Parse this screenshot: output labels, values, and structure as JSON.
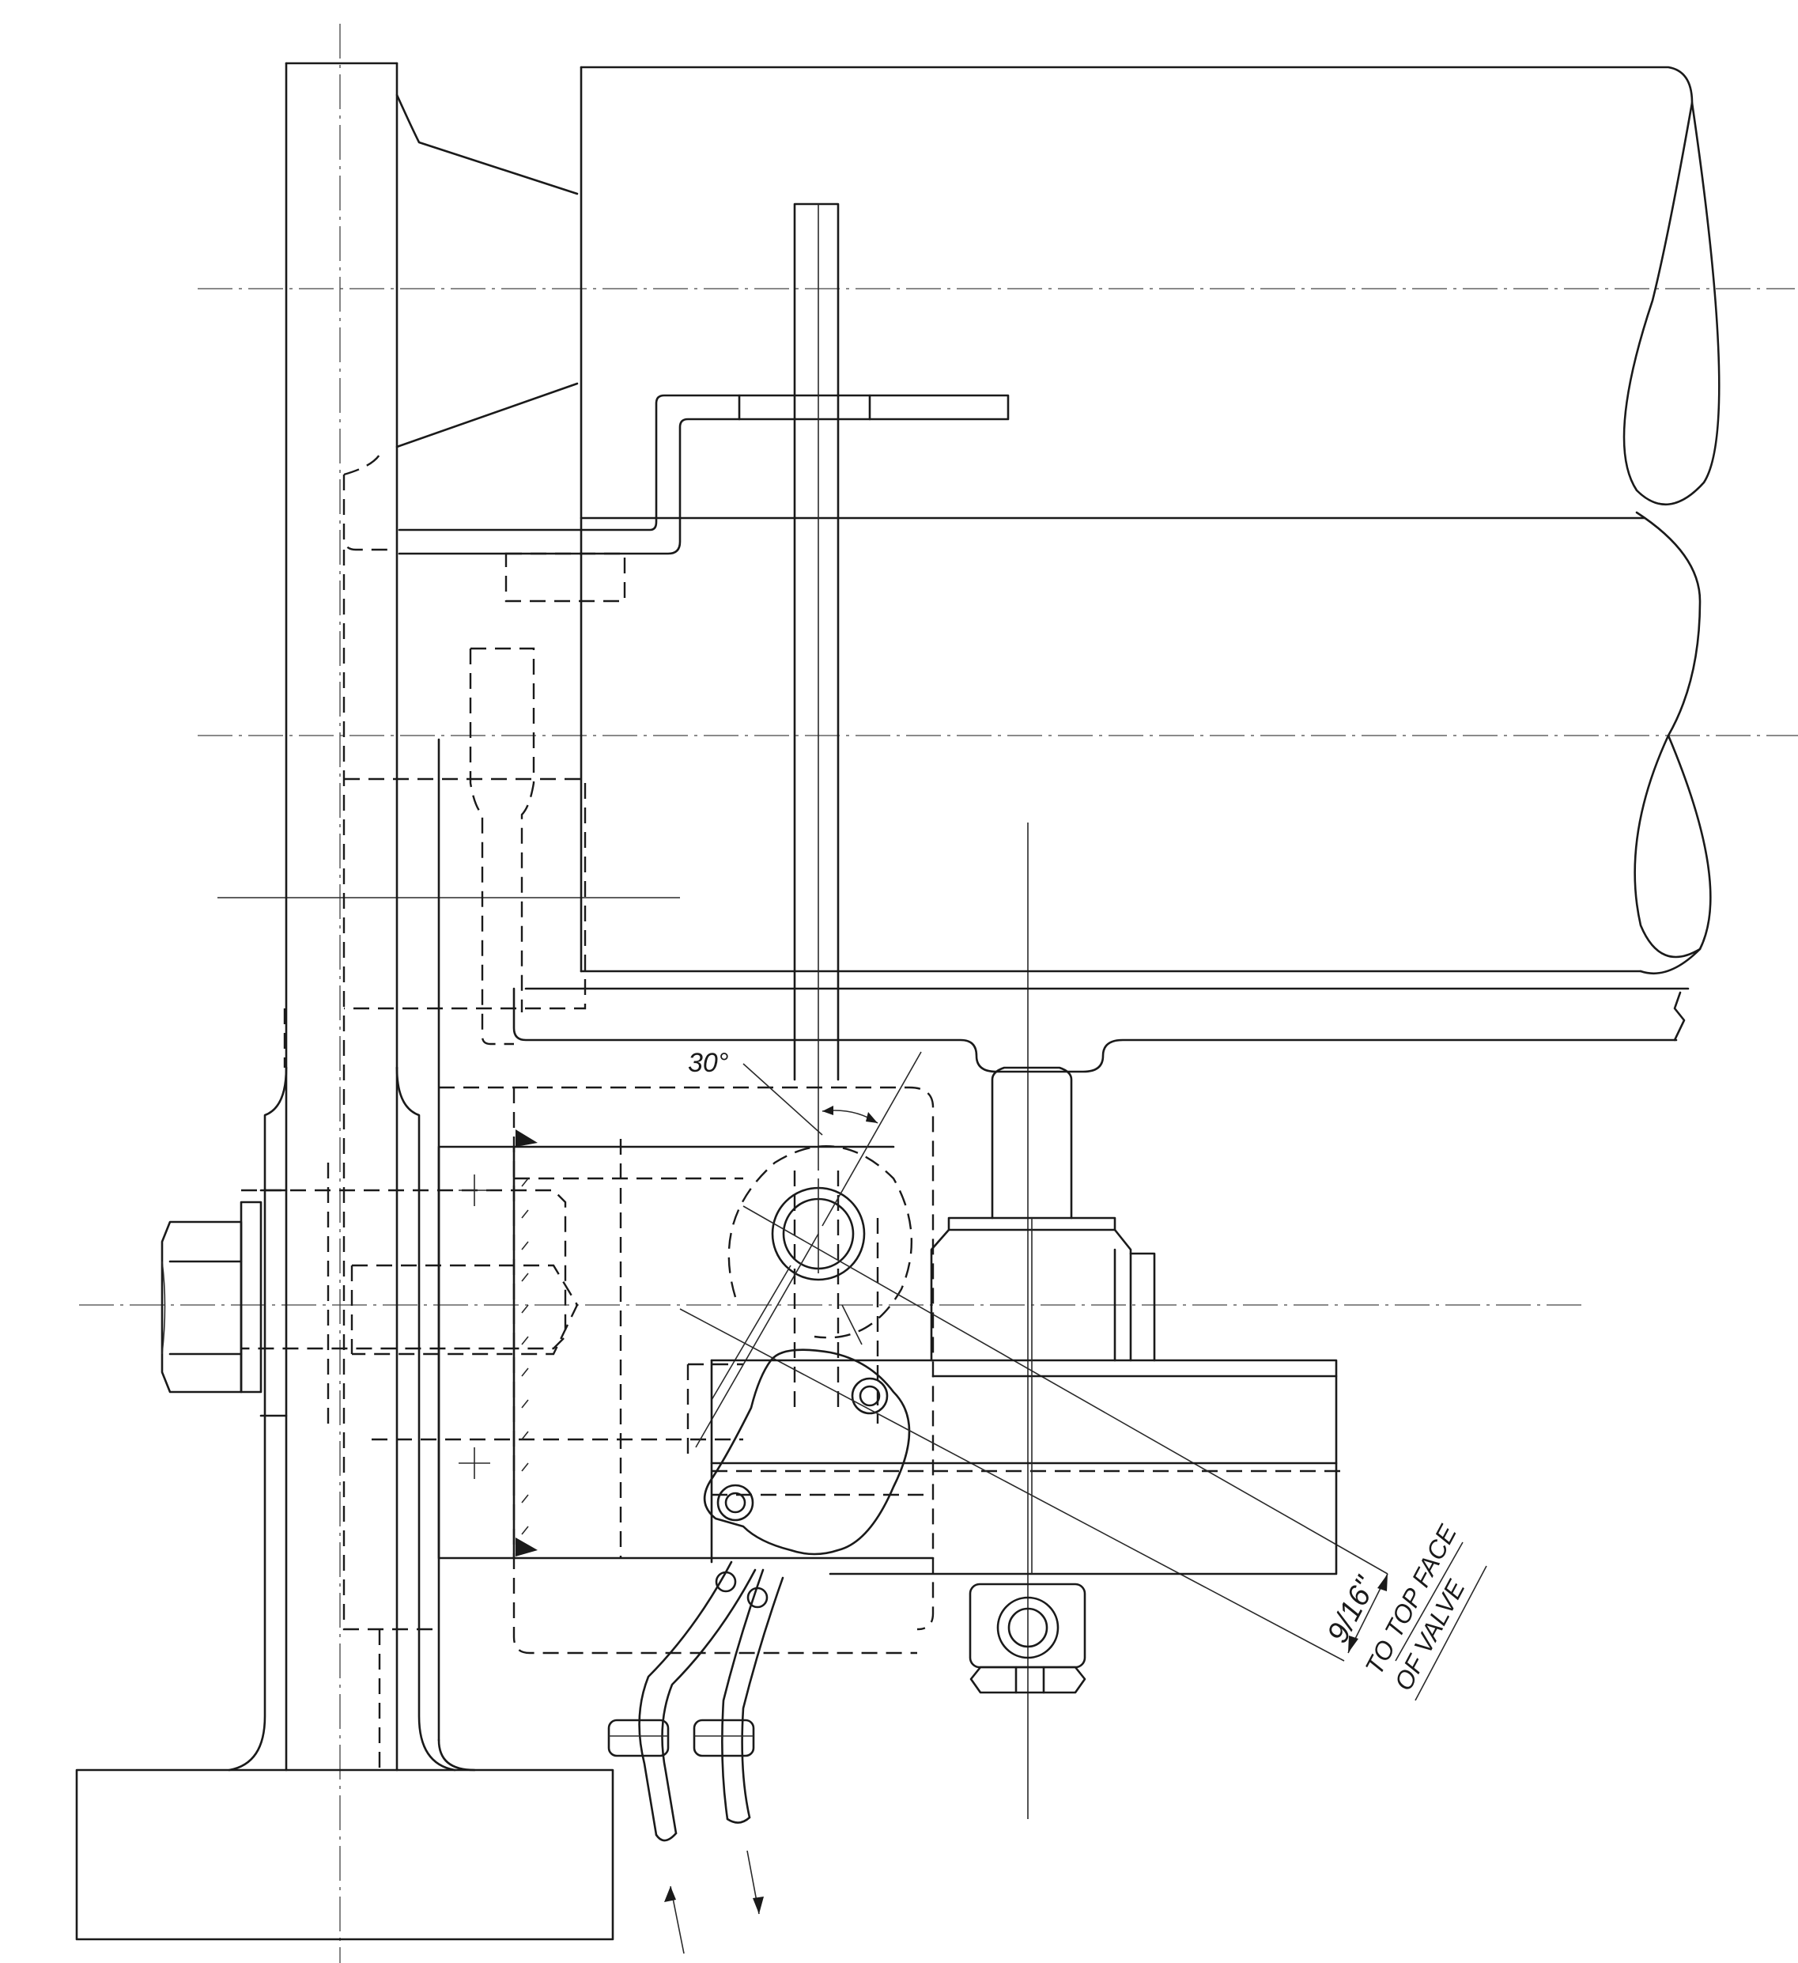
{
  "drawing": {
    "annotations": {
      "angle": "30°",
      "dimension": "9/16\"",
      "note_line1": "TO TOP FACE",
      "note_line2": "OF VALVE"
    }
  }
}
